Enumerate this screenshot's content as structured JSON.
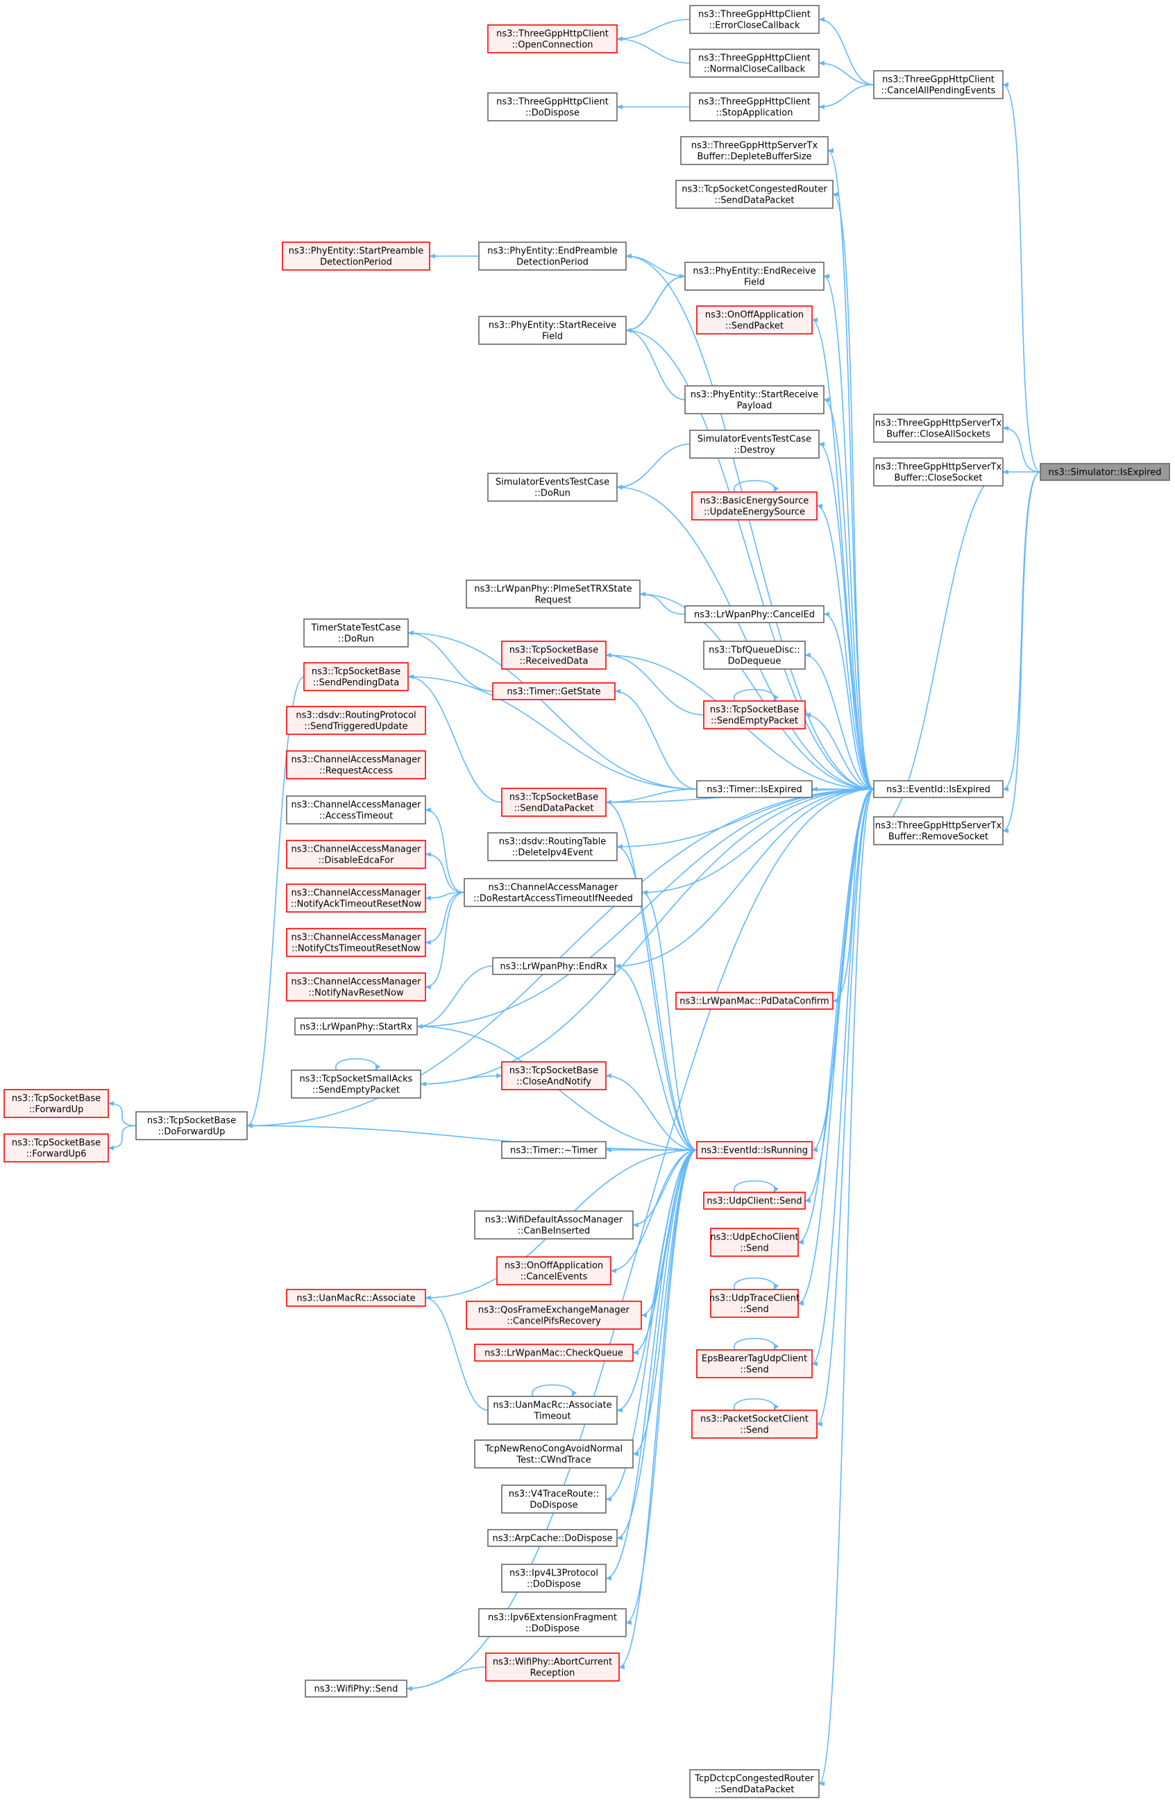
{
  "colors": {
    "edge": "#63B8FF",
    "normal_fill": "#FFFFFF",
    "normal_border": "#666666",
    "red_fill": "#FFF0F0",
    "red_border": "#FF0000",
    "focus_fill": "#999999",
    "focus_border": "#666666"
  },
  "nodes": [
    {
      "id": "is_expired_sim",
      "lines": [
        "ns3::Simulator::IsExpired"
      ],
      "style": "focus"
    },
    {
      "id": "cancel_all_pending",
      "lines": [
        "ns3::ThreeGppHttpClient",
        "::CancelAllPendingEvents"
      ],
      "style": "normal"
    },
    {
      "id": "close_all_sockets",
      "lines": [
        "ns3::ThreeGppHttpServerTx",
        "Buffer::CloseAllSockets"
      ],
      "style": "normal"
    },
    {
      "id": "close_socket",
      "lines": [
        "ns3::ThreeGppHttpServerTx",
        "Buffer::CloseSocket"
      ],
      "style": "normal"
    },
    {
      "id": "eventid_isexpired",
      "lines": [
        "ns3::EventId::IsExpired"
      ],
      "style": "normal"
    },
    {
      "id": "remove_socket",
      "lines": [
        "ns3::ThreeGppHttpServerTx",
        "Buffer::RemoveSocket"
      ],
      "style": "normal"
    },
    {
      "id": "error_close_cb",
      "lines": [
        "ns3::ThreeGppHttpClient",
        "::ErrorCloseCallback"
      ],
      "style": "normal"
    },
    {
      "id": "normal_close_cb",
      "lines": [
        "ns3::ThreeGppHttpClient",
        "::NormalCloseCallback"
      ],
      "style": "normal"
    },
    {
      "id": "stop_application",
      "lines": [
        "ns3::ThreeGppHttpClient",
        "::StopApplication"
      ],
      "style": "normal"
    },
    {
      "id": "open_connection",
      "lines": [
        "ns3::ThreeGppHttpClient",
        "::OpenConnection"
      ],
      "style": "red"
    },
    {
      "id": "http_client_dodispose",
      "lines": [
        "ns3::ThreeGppHttpClient",
        "::DoDispose"
      ],
      "style": "normal"
    },
    {
      "id": "deplete_buffer",
      "lines": [
        "ns3::ThreeGppHttpServerTx",
        "Buffer::DepleteBufferSize"
      ],
      "style": "normal"
    },
    {
      "id": "tcp_congested_router_send",
      "lines": [
        "ns3::TcpSocketCongestedRouter",
        "::SendDataPacket"
      ],
      "style": "normal"
    },
    {
      "id": "end_preamble",
      "lines": [
        "ns3::PhyEntity::EndPreamble",
        "DetectionPeriod"
      ],
      "style": "normal"
    },
    {
      "id": "start_preamble",
      "lines": [
        "ns3::PhyEntity::StartPreamble",
        "DetectionPeriod"
      ],
      "style": "red"
    },
    {
      "id": "end_receive_field",
      "lines": [
        "ns3::PhyEntity::EndReceive",
        "Field"
      ],
      "style": "normal"
    },
    {
      "id": "onoff_sendpacket",
      "lines": [
        "ns3::OnOffApplication",
        "::SendPacket"
      ],
      "style": "red"
    },
    {
      "id": "start_receive_field",
      "lines": [
        "ns3::PhyEntity::StartReceive",
        "Field"
      ],
      "style": "normal"
    },
    {
      "id": "start_receive_payload",
      "lines": [
        "ns3::PhyEntity::StartReceive",
        "Payload"
      ],
      "style": "normal"
    },
    {
      "id": "sim_events_destroy",
      "lines": [
        "SimulatorEventsTestCase",
        "::Destroy"
      ],
      "style": "normal"
    },
    {
      "id": "sim_events_dorun",
      "lines": [
        "SimulatorEventsTestCase",
        "::DoRun"
      ],
      "style": "normal"
    },
    {
      "id": "update_energy",
      "lines": [
        "ns3::BasicEnergySource",
        "::UpdateEnergySource"
      ],
      "style": "red"
    },
    {
      "id": "plme_set_trx",
      "lines": [
        "ns3::LrWpanPhy::PlmeSetTRXState",
        "Request"
      ],
      "style": "normal"
    },
    {
      "id": "cancel_ed",
      "lines": [
        "ns3::LrWpanPhy::CancelEd"
      ],
      "style": "normal"
    },
    {
      "id": "timer_state_dorun",
      "lines": [
        "TimerStateTestCase",
        "::DoRun"
      ],
      "style": "normal"
    },
    {
      "id": "tcp_received_data",
      "lines": [
        "ns3::TcpSocketBase",
        "::ReceivedData"
      ],
      "style": "red"
    },
    {
      "id": "tbf_dequeue",
      "lines": [
        "ns3::TbfQueueDisc::",
        "DoDequeue"
      ],
      "style": "normal"
    },
    {
      "id": "tcp_send_pending",
      "lines": [
        "ns3::TcpSocketBase",
        "::SendPendingData"
      ],
      "style": "red"
    },
    {
      "id": "timer_getstate",
      "lines": [
        "ns3::Timer::GetState"
      ],
      "style": "red"
    },
    {
      "id": "tcp_send_empty",
      "lines": [
        "ns3::TcpSocketBase",
        "::SendEmptyPacket"
      ],
      "style": "red"
    },
    {
      "id": "dsdv_send_triggered",
      "lines": [
        "ns3::dsdv::RoutingProtocol",
        "::SendTriggeredUpdate"
      ],
      "style": "red"
    },
    {
      "id": "cam_request_access",
      "lines": [
        "ns3::ChannelAccessManager",
        "::RequestAccess"
      ],
      "style": "red"
    },
    {
      "id": "timer_isexpired",
      "lines": [
        "ns3::Timer::IsExpired"
      ],
      "style": "normal"
    },
    {
      "id": "tcp_send_data",
      "lines": [
        "ns3::TcpSocketBase",
        "::SendDataPacket"
      ],
      "style": "red"
    },
    {
      "id": "cam_access_timeout",
      "lines": [
        "ns3::ChannelAccessManager",
        "::AccessTimeout"
      ],
      "style": "normal"
    },
    {
      "id": "dsdv_delete_ipv4",
      "lines": [
        "ns3::dsdv::RoutingTable",
        "::DeleteIpv4Event"
      ],
      "style": "normal"
    },
    {
      "id": "cam_disable_edca",
      "lines": [
        "ns3::ChannelAccessManager",
        "::DisableEdcaFor"
      ],
      "style": "red"
    },
    {
      "id": "cam_restart_timeout",
      "lines": [
        "ns3::ChannelAccessManager",
        "::DoRestartAccessTimeoutIfNeeded"
      ],
      "style": "normal"
    },
    {
      "id": "cam_notify_ack",
      "lines": [
        "ns3::ChannelAccessManager",
        "::NotifyAckTimeoutResetNow"
      ],
      "style": "red"
    },
    {
      "id": "cam_notify_cts",
      "lines": [
        "ns3::ChannelAccessManager",
        "::NotifyCtsTimeoutResetNow"
      ],
      "style": "red"
    },
    {
      "id": "lrwpan_endrx",
      "lines": [
        "ns3::LrWpanPhy::EndRx"
      ],
      "style": "normal"
    },
    {
      "id": "cam_notify_nav",
      "lines": [
        "ns3::ChannelAccessManager",
        "::NotifyNavResetNow"
      ],
      "style": "red"
    },
    {
      "id": "lrwpanmac_pddata",
      "lines": [
        "ns3::LrWpanMac::PdDataConfirm"
      ],
      "style": "red"
    },
    {
      "id": "lrwpan_startrx",
      "lines": [
        "ns3::LrWpanPhy::StartRx"
      ],
      "style": "normal"
    },
    {
      "id": "tcp_small_acks",
      "lines": [
        "ns3::TcpSocketSmallAcks",
        "::SendEmptyPacket"
      ],
      "style": "normal"
    },
    {
      "id": "tcp_close_notify",
      "lines": [
        "ns3::TcpSocketBase",
        "::CloseAndNotify"
      ],
      "style": "red"
    },
    {
      "id": "tcp_forward_up",
      "lines": [
        "ns3::TcpSocketBase",
        "::ForwardUp"
      ],
      "style": "red"
    },
    {
      "id": "tcp_do_forward_up",
      "lines": [
        "ns3::TcpSocketBase",
        "::DoForwardUp"
      ],
      "style": "normal"
    },
    {
      "id": "tcp_forward_up6",
      "lines": [
        "ns3::TcpSocketBase",
        "::ForwardUp6"
      ],
      "style": "red"
    },
    {
      "id": "timer_dtor",
      "lines": [
        "ns3::Timer::~Timer"
      ],
      "style": "normal"
    },
    {
      "id": "eventid_isrunning",
      "lines": [
        "ns3::EventId::IsRunning"
      ],
      "style": "red"
    },
    {
      "id": "udp_client_send",
      "lines": [
        "ns3::UdpClient::Send"
      ],
      "style": "red"
    },
    {
      "id": "wifi_assoc_can_insert",
      "lines": [
        "ns3::WifiDefaultAssocManager",
        "::CanBeInserted"
      ],
      "style": "normal"
    },
    {
      "id": "udp_echo_send",
      "lines": [
        "ns3::UdpEchoClient",
        "::Send"
      ],
      "style": "red"
    },
    {
      "id": "onoff_cancel_events",
      "lines": [
        "ns3::OnOffApplication",
        "::CancelEvents"
      ],
      "style": "red"
    },
    {
      "id": "uan_associate",
      "lines": [
        "ns3::UanMacRc::Associate"
      ],
      "style": "red"
    },
    {
      "id": "udp_trace_send",
      "lines": [
        "ns3::UdpTraceClient",
        "::Send"
      ],
      "style": "red"
    },
    {
      "id": "qos_cancel_pifs",
      "lines": [
        "ns3::QosFrameExchangeManager",
        "::CancelPifsRecovery"
      ],
      "style": "red"
    },
    {
      "id": "lrwpanmac_check_queue",
      "lines": [
        "ns3::LrWpanMac::CheckQueue"
      ],
      "style": "red"
    },
    {
      "id": "eps_bearer_send",
      "lines": [
        "EpsBearerTagUdpClient",
        "::Send"
      ],
      "style": "red"
    },
    {
      "id": "uan_associate_timeout",
      "lines": [
        "ns3::UanMacRc::Associate",
        "Timeout"
      ],
      "style": "normal"
    },
    {
      "id": "packet_socket_send",
      "lines": [
        "ns3::PacketSocketClient",
        "::Send"
      ],
      "style": "red"
    },
    {
      "id": "tcp_newreno_cwnd",
      "lines": [
        "TcpNewRenoCongAvoidNormal",
        "Test::CWndTrace"
      ],
      "style": "normal"
    },
    {
      "id": "v4traceroute_dispose",
      "lines": [
        "ns3::V4TraceRoute::",
        "DoDispose"
      ],
      "style": "normal"
    },
    {
      "id": "arpcache_dispose",
      "lines": [
        "ns3::ArpCache::DoDispose"
      ],
      "style": "normal"
    },
    {
      "id": "ipv4l3_dispose",
      "lines": [
        "ns3::Ipv4L3Protocol",
        "::DoDispose"
      ],
      "style": "normal"
    },
    {
      "id": "ipv6frag_dispose",
      "lines": [
        "ns3::Ipv6ExtensionFragment",
        "::DoDispose"
      ],
      "style": "normal"
    },
    {
      "id": "wifiphy_abort",
      "lines": [
        "ns3::WifiPhy::AbortCurrent",
        "Reception"
      ],
      "style": "red"
    },
    {
      "id": "wifiphy_send",
      "lines": [
        "ns3::WifiPhy::Send"
      ],
      "style": "normal"
    },
    {
      "id": "tcp_dctcp_send",
      "lines": [
        "TcpDctcpCongestedRouter",
        "::SendDataPacket"
      ],
      "style": "normal"
    }
  ],
  "edges": [
    [
      "cancel_all_pending",
      "is_expired_sim"
    ],
    [
      "close_all_sockets",
      "is_expired_sim"
    ],
    [
      "close_socket",
      "is_expired_sim"
    ],
    [
      "eventid_isexpired",
      "is_expired_sim"
    ],
    [
      "remove_socket",
      "is_expired_sim"
    ],
    [
      "error_close_cb",
      "cancel_all_pending"
    ],
    [
      "normal_close_cb",
      "cancel_all_pending"
    ],
    [
      "stop_application",
      "cancel_all_pending"
    ],
    [
      "open_connection",
      "error_close_cb"
    ],
    [
      "open_connection",
      "normal_close_cb"
    ],
    [
      "http_client_dodispose",
      "stop_application"
    ],
    [
      "remove_socket",
      "close_socket"
    ],
    [
      "deplete_buffer",
      "eventid_isexpired"
    ],
    [
      "tcp_congested_router_send",
      "eventid_isexpired"
    ],
    [
      "end_preamble",
      "eventid_isexpired"
    ],
    [
      "end_receive_field",
      "eventid_isexpired"
    ],
    [
      "onoff_sendpacket",
      "eventid_isexpired"
    ],
    [
      "start_receive_field",
      "eventid_isexpired"
    ],
    [
      "start_receive_payload",
      "eventid_isexpired"
    ],
    [
      "sim_events_destroy",
      "eventid_isexpired"
    ],
    [
      "sim_events_dorun",
      "eventid_isexpired"
    ],
    [
      "update_energy",
      "eventid_isexpired"
    ],
    [
      "plme_set_trx",
      "eventid_isexpired"
    ],
    [
      "cancel_ed",
      "eventid_isexpired"
    ],
    [
      "tcp_received_data",
      "eventid_isexpired"
    ],
    [
      "tbf_dequeue",
      "eventid_isexpired"
    ],
    [
      "tcp_send_empty",
      "eventid_isexpired"
    ],
    [
      "timer_isexpired",
      "eventid_isexpired"
    ],
    [
      "tcp_send_data",
      "eventid_isexpired"
    ],
    [
      "dsdv_delete_ipv4",
      "eventid_isexpired"
    ],
    [
      "cam_restart_timeout",
      "eventid_isexpired"
    ],
    [
      "lrwpan_endrx",
      "eventid_isexpired"
    ],
    [
      "lrwpanmac_pddata",
      "eventid_isexpired"
    ],
    [
      "lrwpan_startrx",
      "eventid_isexpired"
    ],
    [
      "tcp_small_acks",
      "eventid_isexpired"
    ],
    [
      "eventid_isrunning",
      "eventid_isexpired"
    ],
    [
      "udp_client_send",
      "eventid_isexpired"
    ],
    [
      "udp_echo_send",
      "eventid_isexpired"
    ],
    [
      "udp_trace_send",
      "eventid_isexpired"
    ],
    [
      "eps_bearer_send",
      "eventid_isexpired"
    ],
    [
      "packet_socket_send",
      "eventid_isexpired"
    ],
    [
      "tcp_dctcp_send",
      "eventid_isexpired"
    ],
    [
      "wifiphy_send",
      "eventid_isexpired"
    ],
    [
      "tcp_do_forward_up",
      "eventid_isexpired"
    ],
    [
      "start_preamble",
      "end_preamble"
    ],
    [
      "end_preamble",
      "end_receive_field"
    ],
    [
      "start_receive_field",
      "end_receive_field"
    ],
    [
      "end_receive_field",
      "start_receive_field"
    ],
    [
      "start_receive_field",
      "start_receive_payload"
    ],
    [
      "sim_events_dorun",
      "sim_events_destroy"
    ],
    [
      "plme_set_trx",
      "cancel_ed"
    ],
    [
      "tcp_received_data",
      "tcp_send_empty"
    ],
    [
      "tcp_send_pending",
      "tcp_send_data"
    ],
    [
      "timer_state_dorun",
      "timer_getstate"
    ],
    [
      "timer_state_dorun",
      "timer_isexpired"
    ],
    [
      "timer_getstate",
      "timer_isexpired"
    ],
    [
      "tcp_send_pending",
      "timer_isexpired"
    ],
    [
      "tcp_send_data",
      "timer_isexpired"
    ],
    [
      "cam_access_timeout",
      "cam_restart_timeout"
    ],
    [
      "cam_disable_edca",
      "cam_restart_timeout"
    ],
    [
      "cam_notify_ack",
      "cam_restart_timeout"
    ],
    [
      "cam_notify_cts",
      "cam_restart_timeout"
    ],
    [
      "cam_notify_nav",
      "cam_restart_timeout"
    ],
    [
      "lrwpan_startrx",
      "lrwpan_endrx"
    ],
    [
      "tcp_close_notify",
      "tcp_small_acks"
    ],
    [
      "tcp_forward_up",
      "tcp_do_forward_up"
    ],
    [
      "tcp_forward_up6",
      "tcp_do_forward_up"
    ],
    [
      "tcp_do_forward_up",
      "tcp_send_pending"
    ],
    [
      "timer_dtor",
      "eventid_isrunning"
    ],
    [
      "wifi_assoc_can_insert",
      "eventid_isrunning"
    ],
    [
      "onoff_cancel_events",
      "eventid_isrunning"
    ],
    [
      "qos_cancel_pifs",
      "eventid_isrunning"
    ],
    [
      "lrwpanmac_check_queue",
      "eventid_isrunning"
    ],
    [
      "uan_associate_timeout",
      "eventid_isrunning"
    ],
    [
      "tcp_newreno_cwnd",
      "eventid_isrunning"
    ],
    [
      "v4traceroute_dispose",
      "eventid_isrunning"
    ],
    [
      "arpcache_dispose",
      "eventid_isrunning"
    ],
    [
      "ipv4l3_dispose",
      "eventid_isrunning"
    ],
    [
      "ipv6frag_dispose",
      "eventid_isrunning"
    ],
    [
      "wifiphy_abort",
      "eventid_isrunning"
    ],
    [
      "uan_associate",
      "eventid_isrunning"
    ],
    [
      "tcp_close_notify",
      "eventid_isrunning"
    ],
    [
      "lrwpan_endrx",
      "eventid_isrunning"
    ],
    [
      "lrwpan_startrx",
      "eventid_isrunning"
    ],
    [
      "tcp_send_data",
      "eventid_isrunning"
    ],
    [
      "dsdv_delete_ipv4",
      "eventid_isrunning"
    ],
    [
      "cam_restart_timeout",
      "eventid_isrunning"
    ],
    [
      "tcp_do_forward_up",
      "eventid_isrunning"
    ],
    [
      "uan_associate",
      "uan_associate_timeout"
    ],
    [
      "wifiphy_send",
      "wifiphy_abort"
    ]
  ],
  "self_loops": [
    "update_energy",
    "tcp_send_empty",
    "tcp_small_acks",
    "udp_client_send",
    "uan_associate_timeout",
    "udp_trace_send",
    "eps_bearer_send",
    "packet_socket_send"
  ]
}
